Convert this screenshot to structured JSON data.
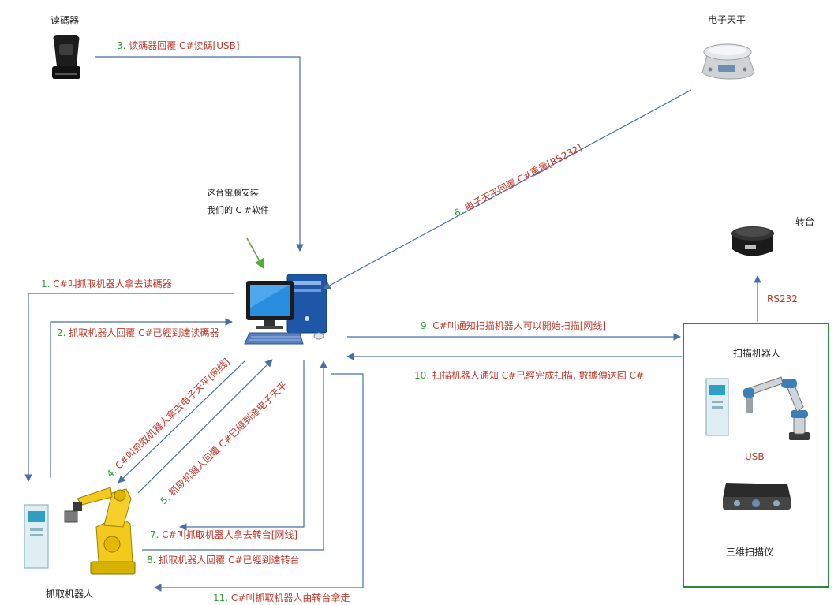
{
  "colors": {
    "arrow": "#4a6fa8",
    "edge_text": "#c0392b",
    "edge_number": "#3a9a3a",
    "box_border": "#2e8b3e",
    "note_arrow": "#5aaa3a"
  },
  "nodes": {
    "barcode_reader": {
      "label": "读碼器",
      "icon": "barcode-scanner-icon"
    },
    "scale": {
      "label": "电子天平",
      "icon": "electronic-scale-icon"
    },
    "computer": {
      "label": "",
      "icon": "desktop-computer-icon"
    },
    "turntable": {
      "label": "转台",
      "icon": "turntable-icon"
    },
    "grab_robot": {
      "label": "抓取机器人",
      "icon": "industrial-robot-arm-icon"
    },
    "scan_robot": {
      "label": "扫描机器人",
      "icon": "collaborative-robot-arm-icon"
    },
    "scanner3d": {
      "label": "三维扫描仪",
      "icon": "3d-scanner-icon"
    }
  },
  "note": {
    "line1": "这台電腦安裝",
    "line2": "我们的 C #软件"
  },
  "edges": [
    {
      "num": "1.",
      "text": "C#叫抓取机器人拿去读碼器"
    },
    {
      "num": "2.",
      "text": "抓取机器人回覆 C#已經到達读碼器"
    },
    {
      "num": "3.",
      "text": "读碼器回覆 C#读碼[USB]"
    },
    {
      "num": "4.",
      "text": "C#叫抓取机器人拿去电子天平[网线]"
    },
    {
      "num": "5.",
      "text": "抓取机器人回覆 C#已經到達电子天平"
    },
    {
      "num": "6.",
      "text": "电子天平回覆 C#重量[RS232]"
    },
    {
      "num": "7.",
      "text": "C#叫抓取机器人拿去转台[网线]"
    },
    {
      "num": "8.",
      "text": "抓取机器人回覆 C#已經到達转台"
    },
    {
      "num": "9.",
      "text": "C#叫通知扫描机器人可以開始扫描[网线]"
    },
    {
      "num": "10.",
      "text": "扫描机器人通知 C#已經完成扫描, 數據傳送回 C#"
    },
    {
      "num": "11.",
      "text": "C#叫抓取机器人由转台拿走"
    }
  ],
  "links": {
    "usb": "USB",
    "rs232": "RS232"
  }
}
